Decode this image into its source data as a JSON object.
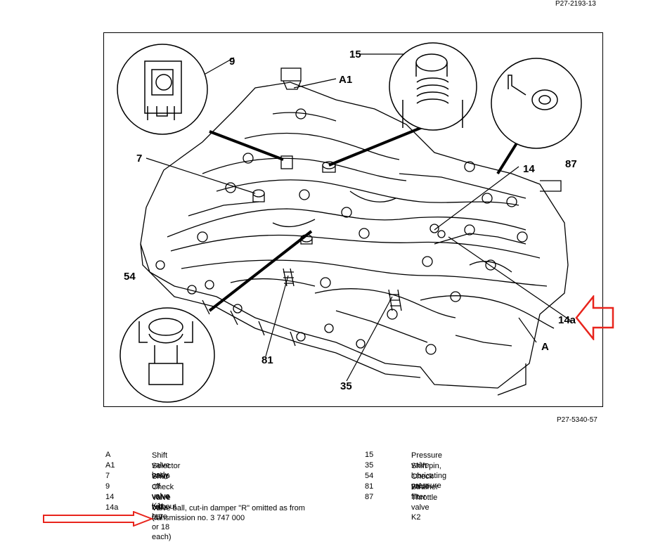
{
  "header": {
    "ref_top": "P27-2193-13",
    "ref_bottom": "P27-5340-57"
  },
  "callouts": [
    "9",
    "A1",
    "15",
    "87",
    "7",
    "14",
    "54",
    "14a",
    "A",
    "81",
    "35"
  ],
  "legend_left": [
    {
      "code": "A",
      "desc": "Shift valve body"
    },
    {
      "code": "A1",
      "desc": "Selector valve"
    },
    {
      "code": "7",
      "desc": "Shut-off valve K1"
    },
    {
      "code": "9",
      "desc": "Check valve without bore"
    },
    {
      "code": "14",
      "desc": "Valve balls (17 or 18 each)"
    },
    {
      "code": "14a",
      "desc": "Valve ball, cut-in damper \"R\" omitted as from transmission no. 3 747 000"
    }
  ],
  "legend_right": [
    {
      "code": "15",
      "desc": "Pressure valve"
    },
    {
      "code": "35",
      "desc": "Shift pin, lubricating pressure"
    },
    {
      "code": "54",
      "desc": "Check valve"
    },
    {
      "code": "81",
      "desc": "Strainer filter"
    },
    {
      "code": "87",
      "desc": "Throttle valve K2"
    }
  ],
  "colors": {
    "line": "#000000",
    "arrow": "#e8241c",
    "paper": "#ffffff"
  }
}
